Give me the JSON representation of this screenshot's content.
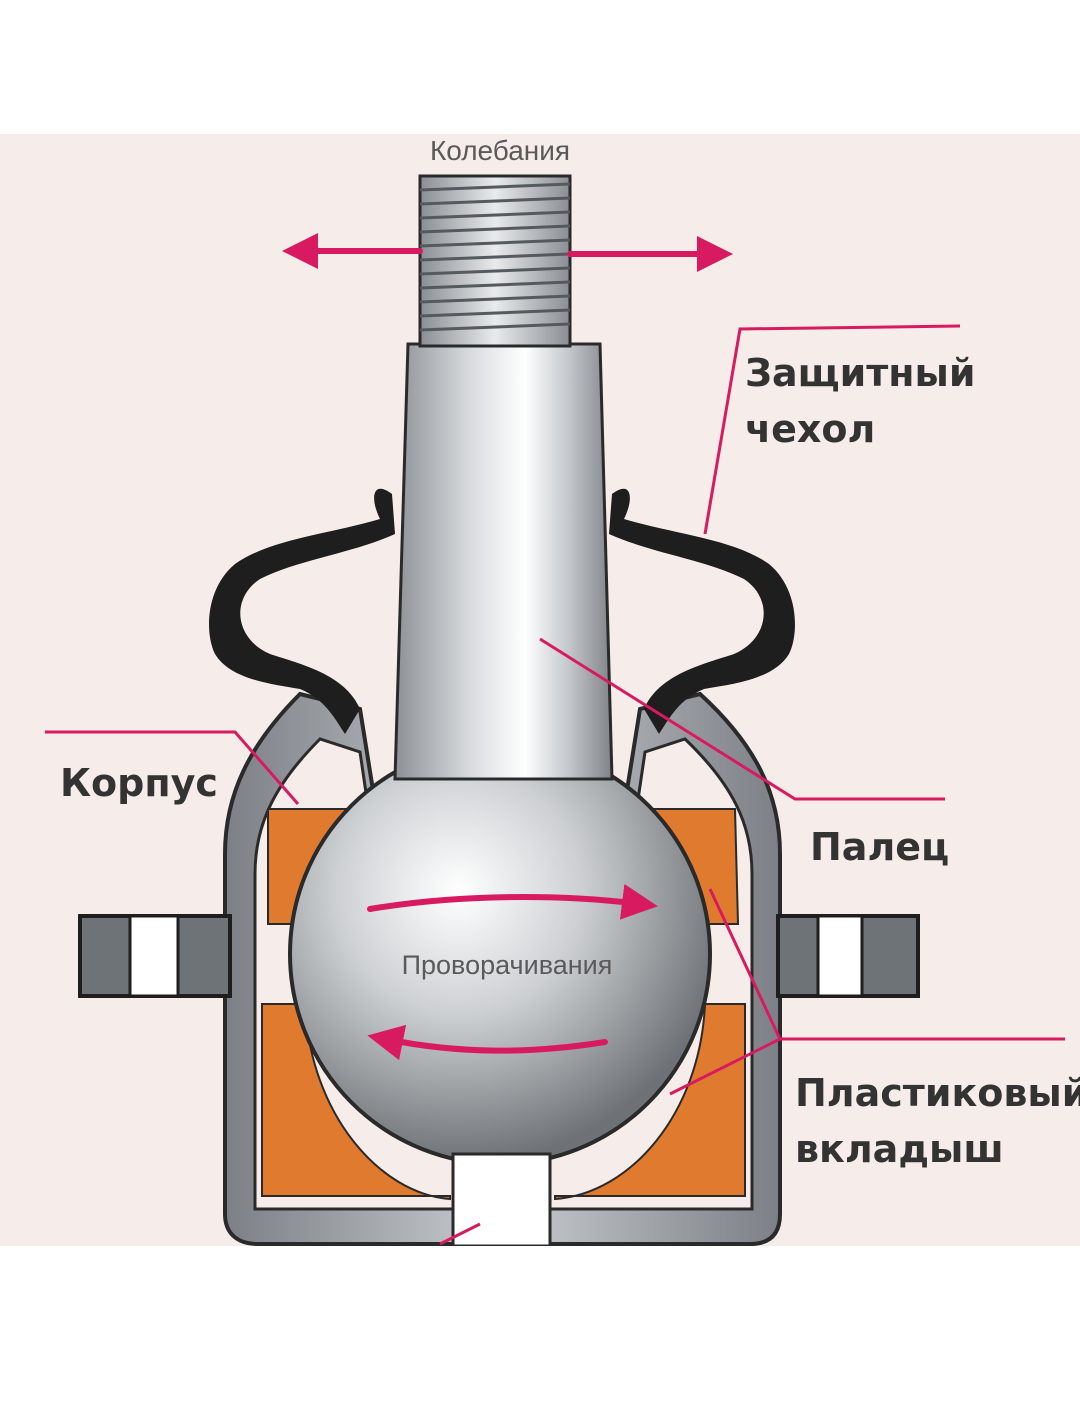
{
  "labels": {
    "oscillation": "Колебания",
    "boot_line1": "Защитный",
    "boot_line2": "чехол",
    "housing": "Корпус",
    "pin": "Палец",
    "rotation": "Проворачивания",
    "liner_line1": "Пластиковый",
    "liner_line2": "вкладыш"
  },
  "colors": {
    "background": "#f6ece9",
    "accent": "#d81b60",
    "liner": "#e07a2e",
    "metal": "#b8bcc0",
    "boot": "#1e1e1e",
    "label_text": "#333333"
  }
}
